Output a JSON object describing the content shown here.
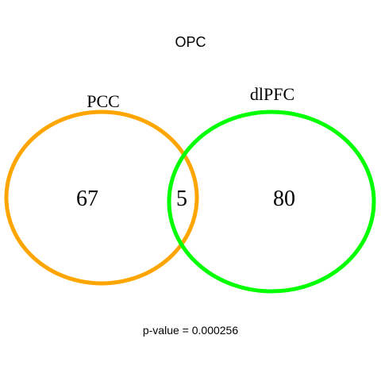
{
  "title": "OPC",
  "sets": [
    {
      "label": "PCC",
      "color": "#FFA500"
    },
    {
      "label": "dlPFC",
      "color": "#00FF00"
    }
  ],
  "regions": {
    "left_only": "67",
    "intersection": "5",
    "right_only": "80"
  },
  "footer": "p-value = 0.000256"
}
